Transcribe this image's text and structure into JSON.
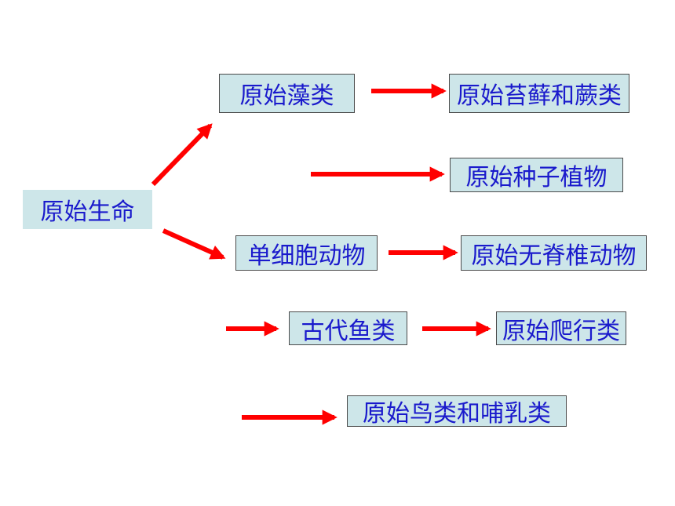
{
  "colors": {
    "box_fill": "#cde6e9",
    "text": "#1a1acc",
    "arrow": "#ff0000",
    "border": "#4a4a4a"
  },
  "nodes": {
    "origin": "原始生命",
    "algae": "原始藻类",
    "moss_fern": "原始苔藓和蕨类",
    "seed_plants": "原始种子植物",
    "single_cell": "单细胞动物",
    "invertebrates": "原始无脊椎动物",
    "fish": "古代鱼类",
    "reptiles": "原始爬行类",
    "birds_mammals": "原始鸟类和哺乳类"
  }
}
